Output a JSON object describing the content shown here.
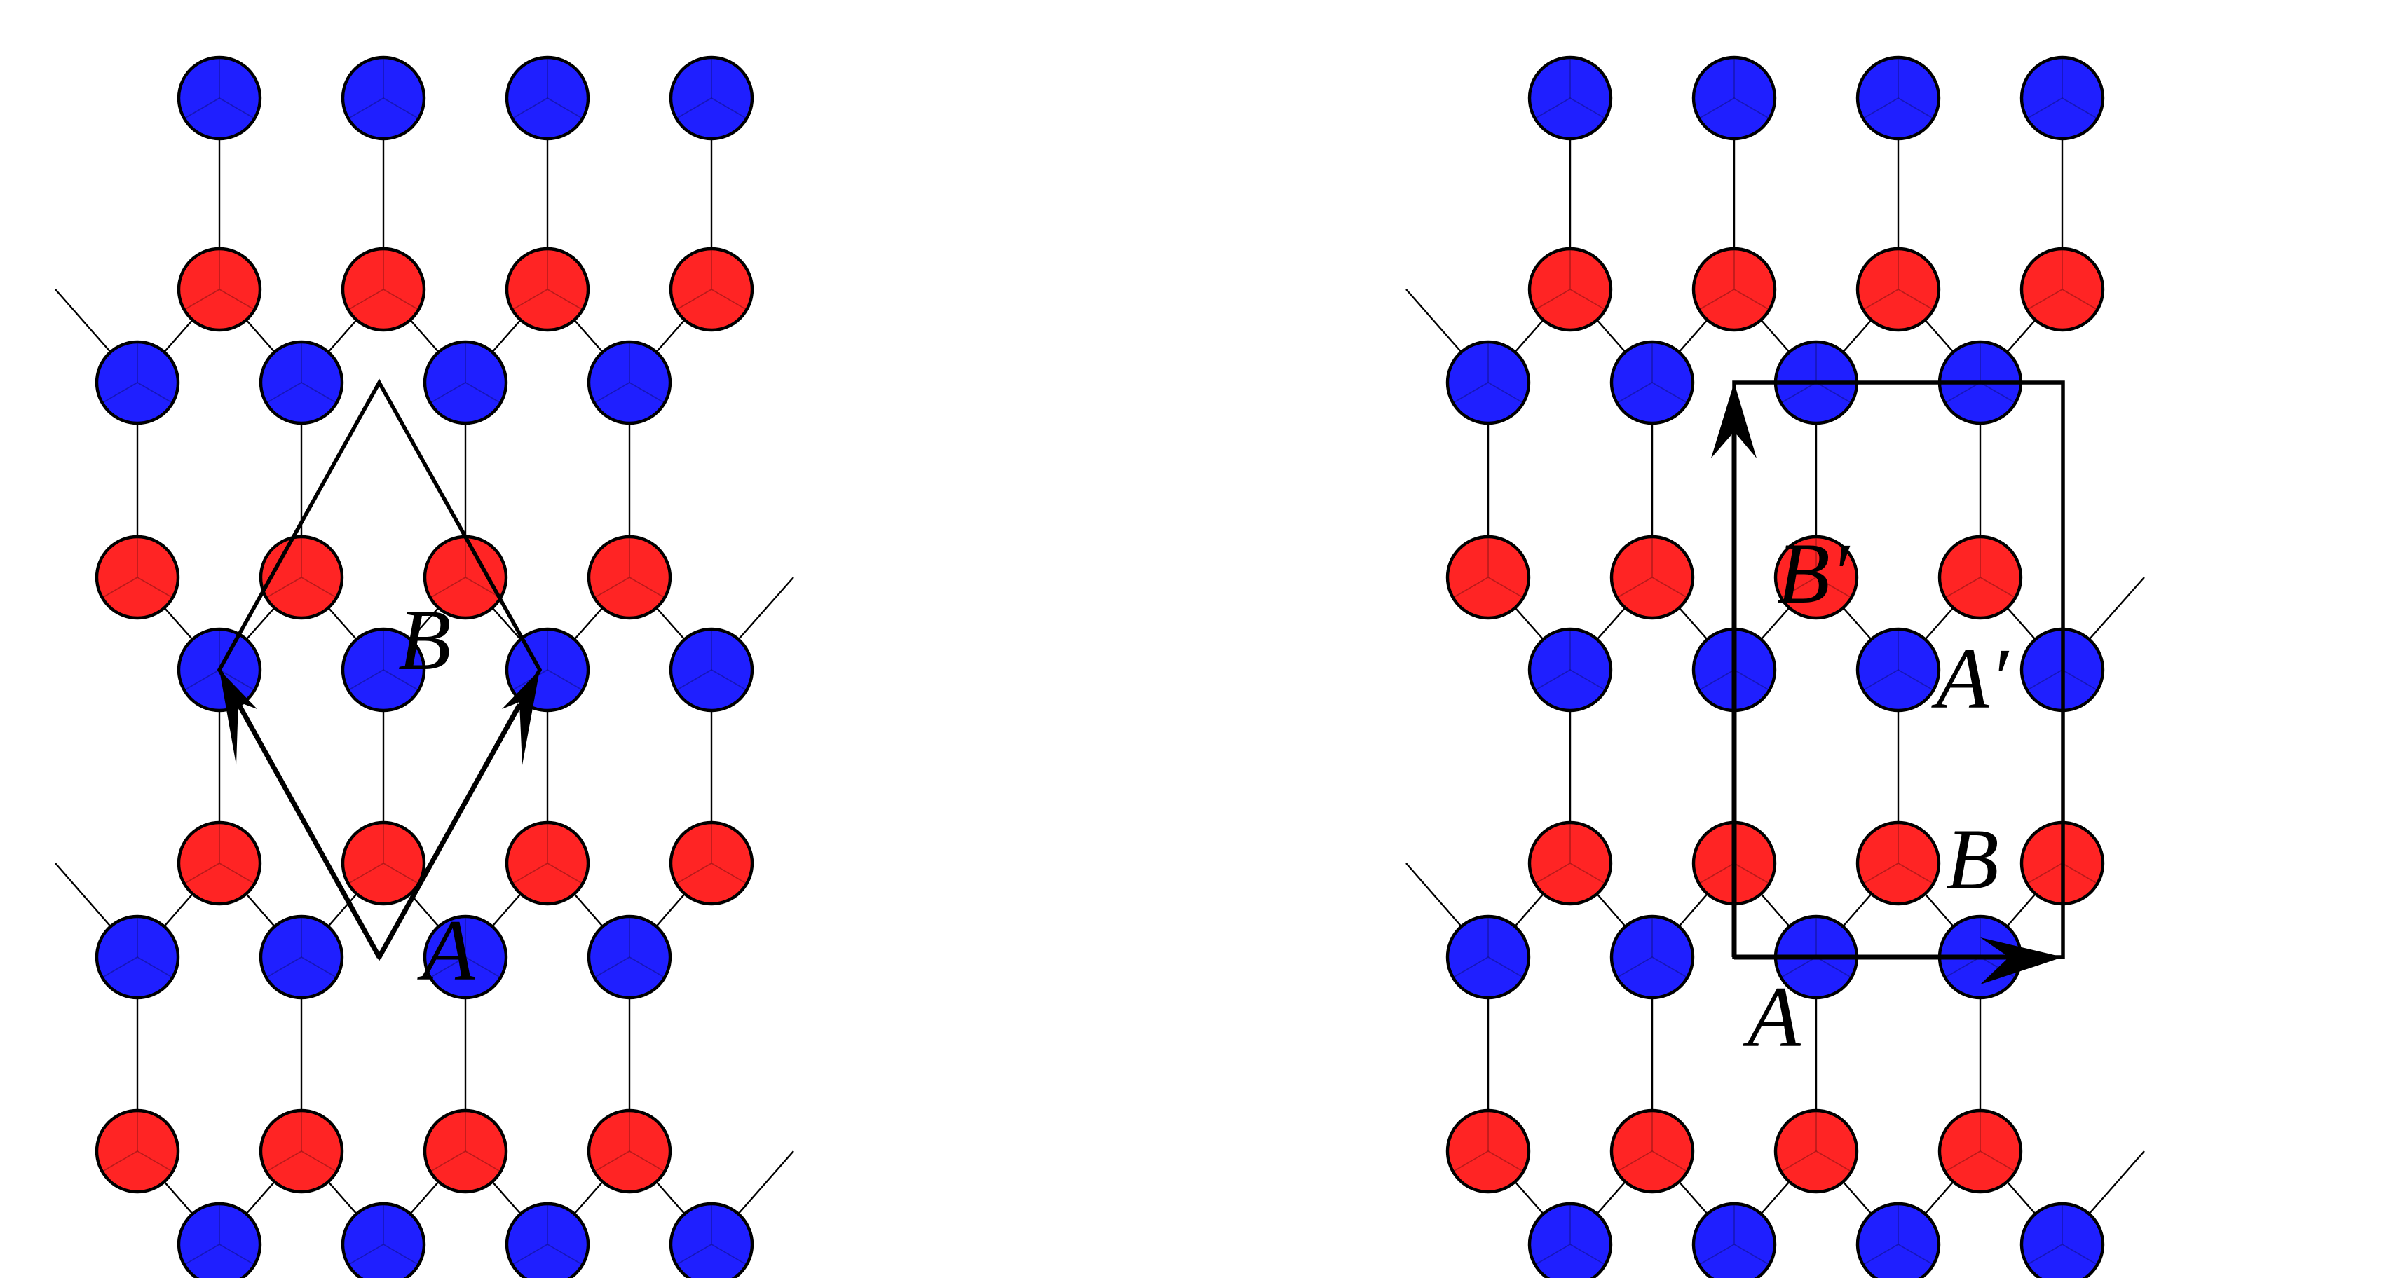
{
  "panels": [
    {
      "id": "primitive-cell",
      "labels": [
        "A",
        "B"
      ]
    },
    {
      "id": "rectangular-cell",
      "labels": [
        "A",
        "B",
        "A′",
        "B′"
      ]
    }
  ],
  "colors": {
    "sublattice_blue": "#1f1fff",
    "sublattice_red": "#ff2424",
    "line": "#000000",
    "background": "#ffffff"
  }
}
